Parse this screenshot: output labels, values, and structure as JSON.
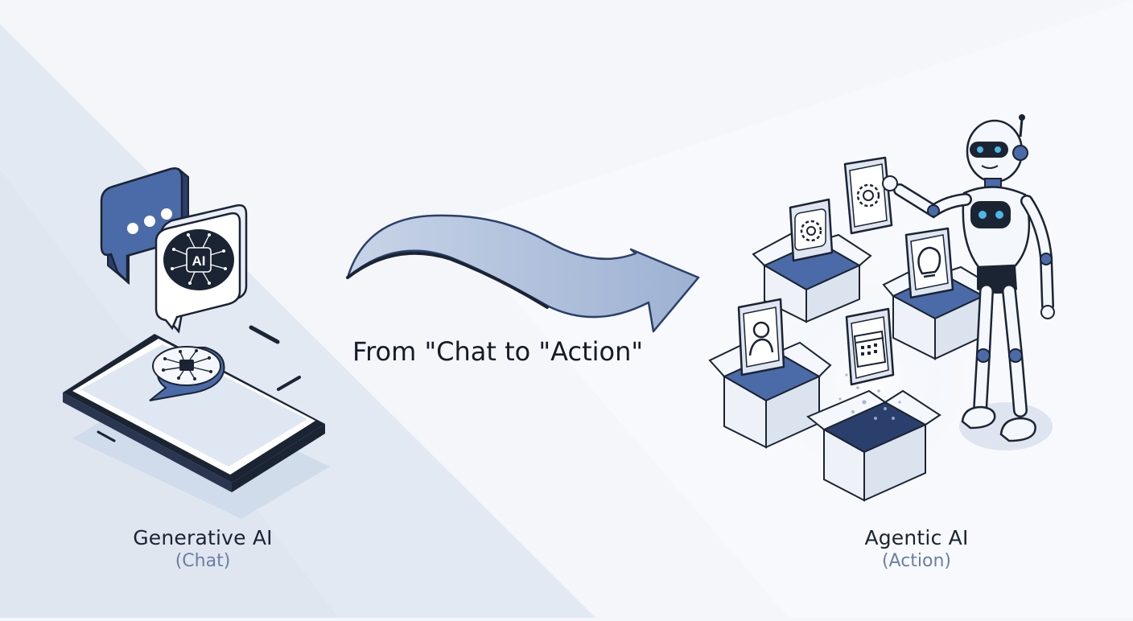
{
  "caption": "From \"Chat to \"Action\"",
  "left": {
    "title": "Generative AI",
    "subtitle": "(Chat)",
    "bubble_badge": "AI"
  },
  "right": {
    "title": "Agentic AI",
    "subtitle": "(Action)"
  },
  "icons": [
    "chat-dots-icon",
    "ai-chip-icon",
    "gear-icon",
    "euro-gear-icon",
    "lightbulb-icon",
    "person-icon",
    "calendar-icon"
  ],
  "colors": {
    "primary": "#4a6aa8",
    "dark": "#1b2433",
    "light": "#dfe6f2",
    "background": "#f4f6fa"
  }
}
